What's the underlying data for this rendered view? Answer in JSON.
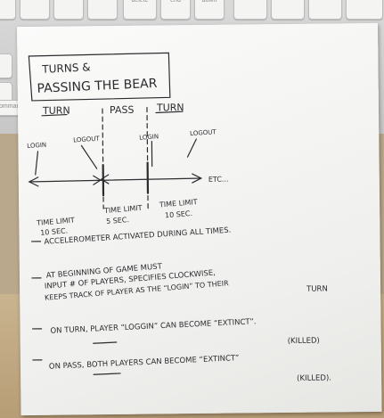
{
  "keyboard": {
    "keys": [
      "delete",
      "end",
      "down",
      "ommand"
    ]
  },
  "note": {
    "title_line1": "TURNS &",
    "title_line2": "PASSING THE BEAR",
    "phases": [
      "TURN",
      "PASS",
      "TURN"
    ],
    "marks": [
      "LOGIN",
      "LOGOUT",
      "LOGIN",
      "LOGOUT"
    ],
    "etc": "ETC...",
    "time_limits": [
      {
        "line1": "TIME LIMIT",
        "line2": "10 SEC."
      },
      {
        "line1": "TIME LIMIT",
        "line2": "5 SEC."
      },
      {
        "line1": "TIME LIMIT",
        "line2": "10 SEC."
      }
    ],
    "notes": [
      "ACCELEROMETER ACTIVATED DURING ALL TIMES.",
      "AT BEGINNING OF GAME MUST",
      "INPUT # OF PLAYERS, SPECIFIES CLOCKWISE,",
      "KEEPS TRACK OF PLAYER AS THE “LOGIN” TO THEIR",
      "TURN",
      "ON TURN, PLAYER “LOGGIN” CAN BECOME “EXTINCT”.",
      "(KILLED)",
      "ON PASS, BOTH PLAYERS CAN BECOME “EXTINCT”",
      "(KILLED)."
    ]
  }
}
